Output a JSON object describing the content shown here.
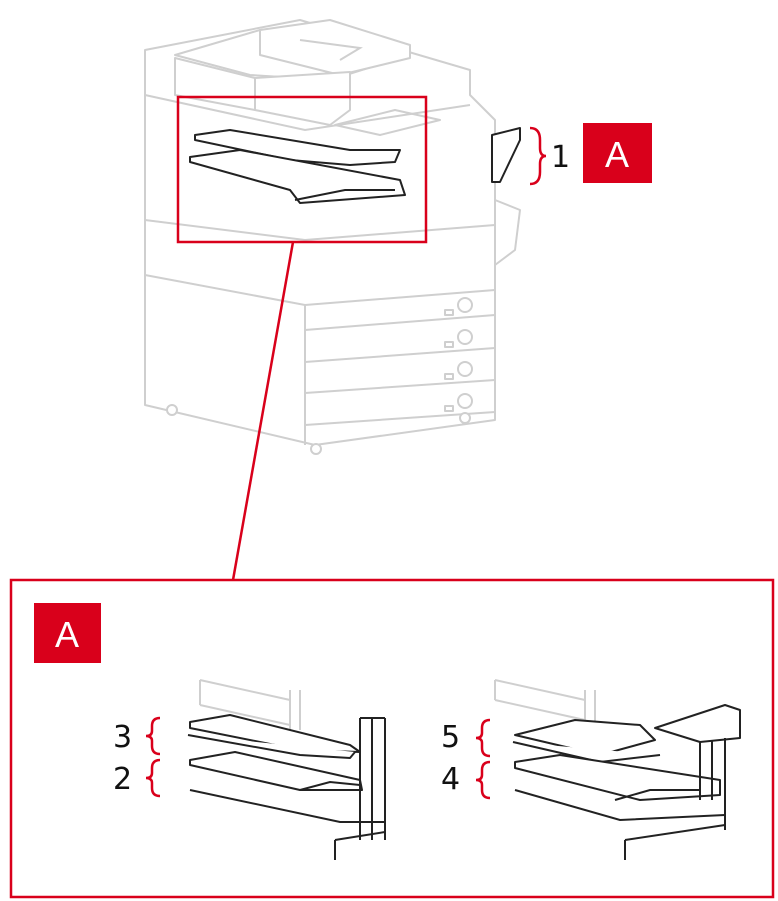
{
  "colors": {
    "accent": "#d9001b",
    "outline": "#cfcfcf",
    "ink": "#222222"
  },
  "overview": {
    "badge": "A",
    "callout_1": "1"
  },
  "detail": {
    "badge": "A",
    "callout_2": "2",
    "callout_3": "3",
    "callout_4": "4",
    "callout_5": "5"
  }
}
